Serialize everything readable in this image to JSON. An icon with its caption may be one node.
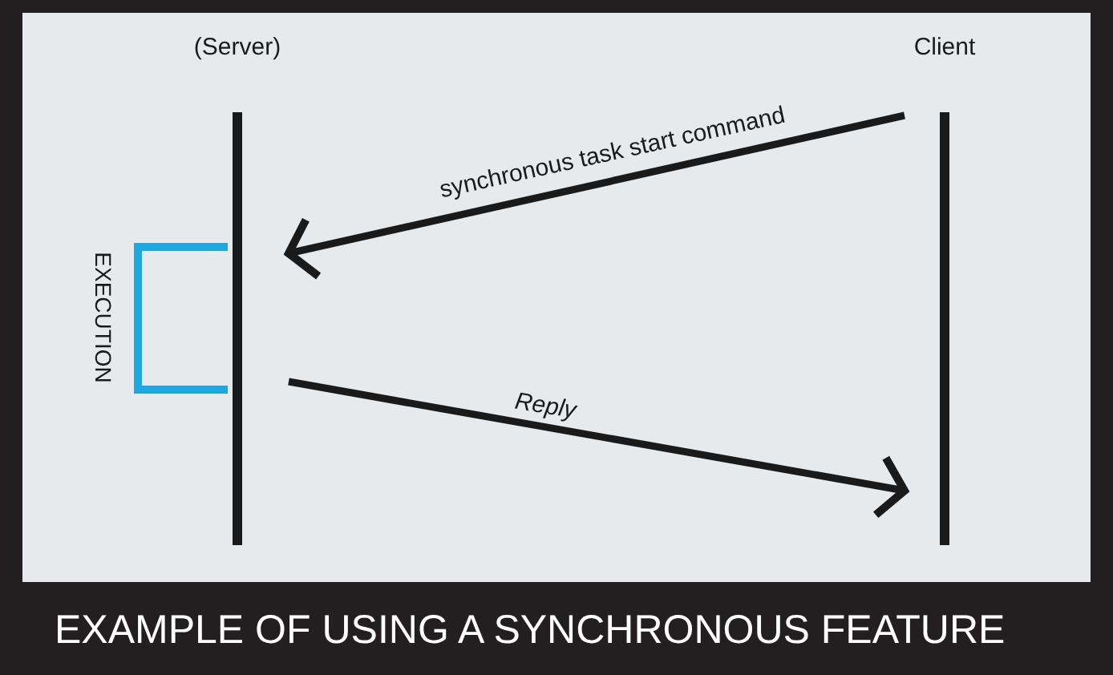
{
  "diagram": {
    "caption": "EXAMPLE OF USING A SYNCHRONOUS FEATURE",
    "nodes": [
      {
        "text": [
          "(Server)"
        ]
      },
      {
        "text": [
          "Client"
        ]
      }
    ],
    "edges": [
      {
        "from": 1,
        "to": 0,
        "arrow": "to",
        "label": "synchronous task start command"
      },
      {
        "from": 0,
        "to": 1,
        "arrow": "to",
        "label": "Reply"
      }
    ],
    "labels": [
      "EXECUTION"
    ]
  }
}
